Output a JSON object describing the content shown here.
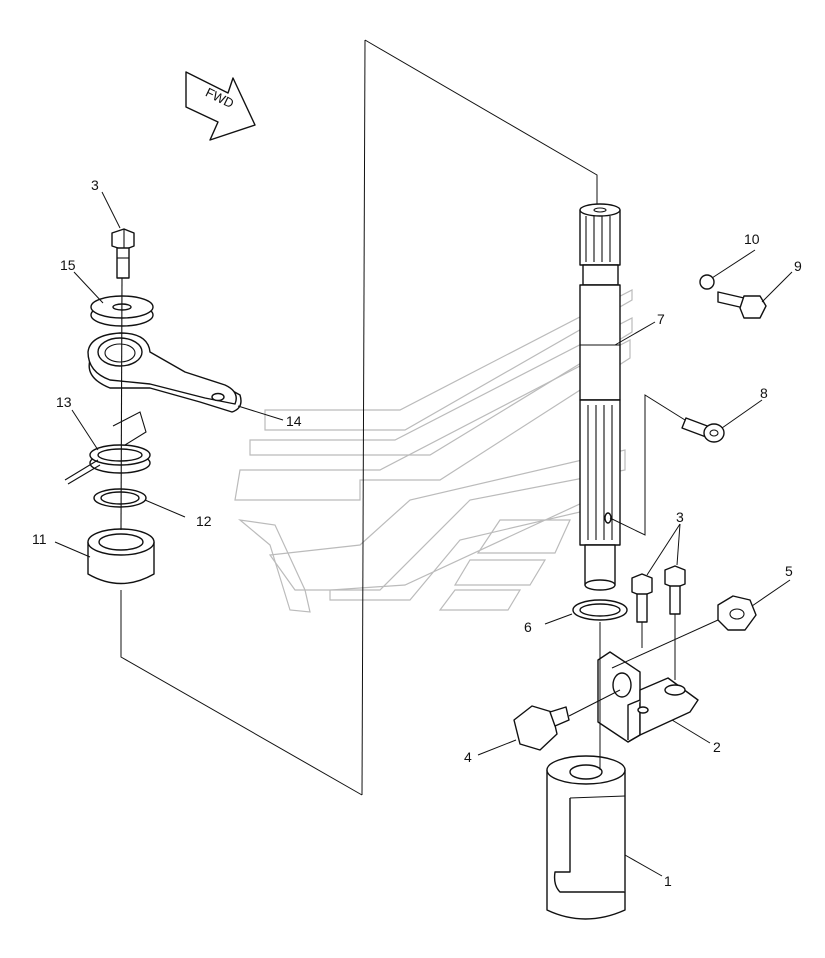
{
  "direction_arrow": {
    "label": "FWD"
  },
  "callouts": [
    {
      "id": "c1",
      "text": "1"
    },
    {
      "id": "c2",
      "text": "2"
    },
    {
      "id": "c3a",
      "text": "3"
    },
    {
      "id": "c3b",
      "text": "3"
    },
    {
      "id": "c4",
      "text": "4"
    },
    {
      "id": "c5",
      "text": "5"
    },
    {
      "id": "c6",
      "text": "6"
    },
    {
      "id": "c7",
      "text": "7"
    },
    {
      "id": "c8",
      "text": "8"
    },
    {
      "id": "c9",
      "text": "9"
    },
    {
      "id": "c10",
      "text": "10"
    },
    {
      "id": "c11",
      "text": "11"
    },
    {
      "id": "c12",
      "text": "12"
    },
    {
      "id": "c13",
      "text": "13"
    },
    {
      "id": "c14",
      "text": "14"
    },
    {
      "id": "c15",
      "text": "15"
    }
  ]
}
